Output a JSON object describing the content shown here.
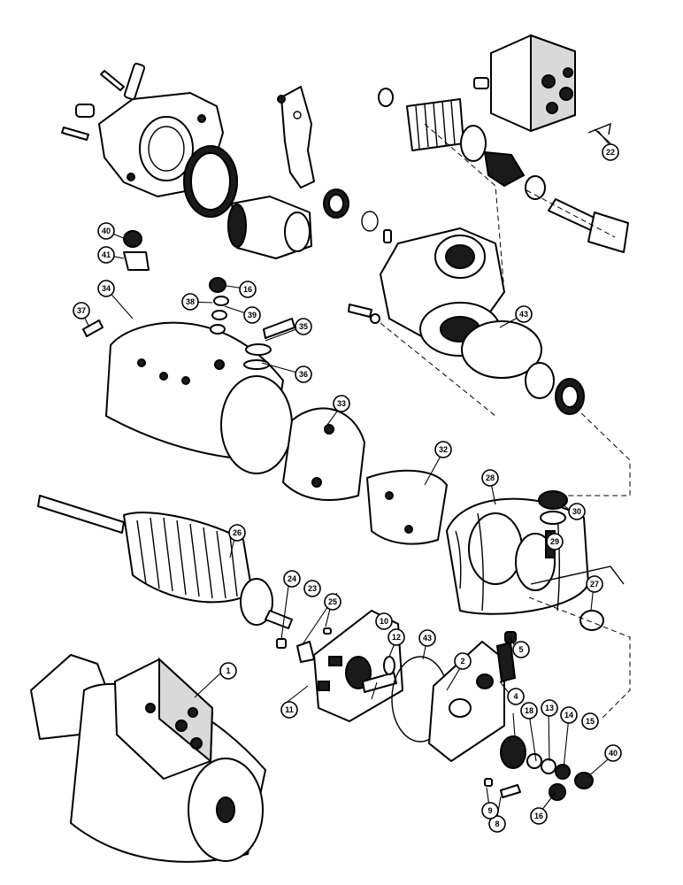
{
  "callouts": {
    "c1": "1",
    "c2": "2",
    "c4": "4",
    "c5": "5",
    "c8": "8",
    "c9": "9",
    "c10": "10",
    "c11": "11",
    "c12": "12",
    "c13": "13",
    "c14": "14",
    "c15": "15",
    "c16a": "16",
    "c16b": "16",
    "c18": "18",
    "c22": "22",
    "c23": "23",
    "c24": "24",
    "c25": "25",
    "c26": "26",
    "c27": "27",
    "c28": "28",
    "c29": "29",
    "c30": "30",
    "c32": "32",
    "c33": "33",
    "c34": "34",
    "c35": "35",
    "c36": "36",
    "c37": "37",
    "c38": "38",
    "c39": "39",
    "c40a": "40",
    "c40b": "40",
    "c41": "41",
    "c43a": "43",
    "c43b": "43"
  },
  "colors": {
    "ink": "#000000",
    "paper": "#ffffff"
  }
}
